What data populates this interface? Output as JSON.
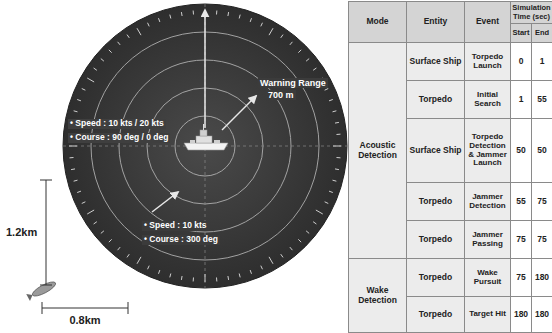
{
  "diagram": {
    "labels": [
      "• Speed : 10 kts / 20 kts",
      "• Course : 90 deg / 0 deg",
      "Warning Range",
      "700 m",
      "• Speed : 10 kts",
      "• Course : 300 deg",
      "1.2km",
      "0.8km",
      "Mode",
      "Entity",
      "Event",
      "Simulation Time (sec)",
      "Start",
      "End",
      "Acoustic Detection",
      "Surface Ship",
      "Torpedo Launch",
      "0",
      "1",
      "Torpedo",
      "Initial Search",
      "1",
      "55",
      "Surface Ship",
      "Torpedo Detection & Jammer Launch",
      "50",
      "50",
      "Torpedo",
      "Jammer Detection",
      "55",
      "75",
      "Torpedo",
      "Jammer Passing",
      "75",
      "75",
      "Wake Detection",
      "Torpedo",
      "Wake Pursuit",
      "75",
      "180",
      "Torpedo",
      "Target Hit",
      "180",
      "180"
    ]
  }
}
